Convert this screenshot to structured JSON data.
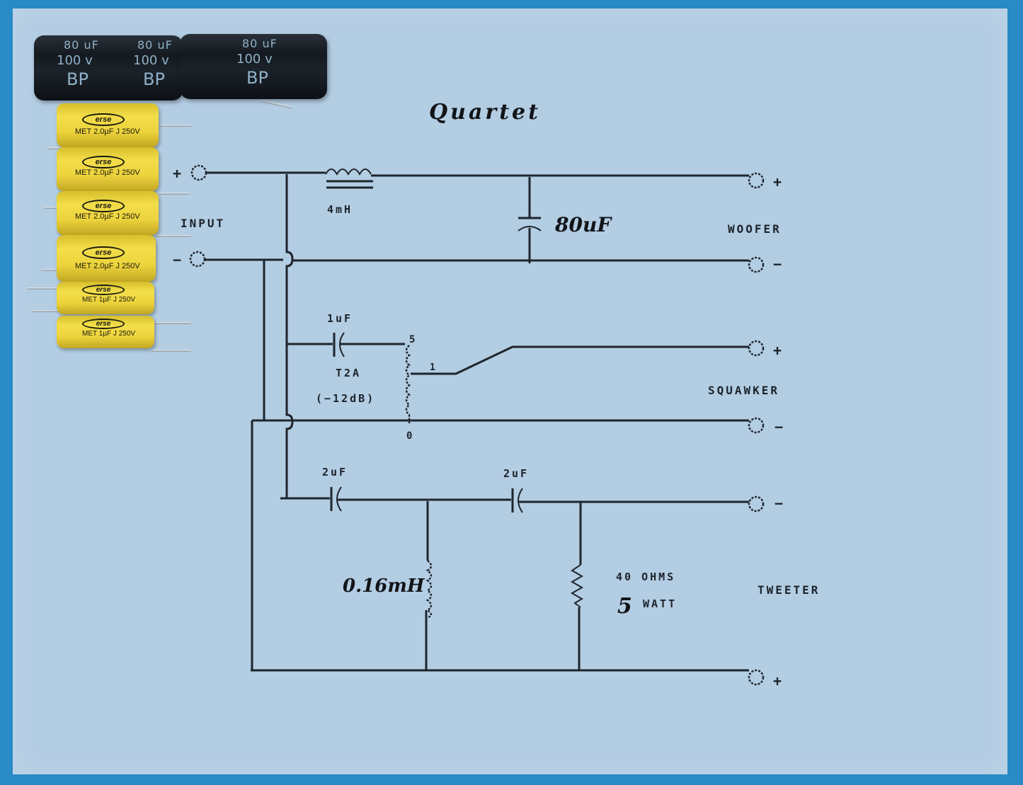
{
  "title": "Quartet",
  "input": {
    "label": "INPUT",
    "plus": "+",
    "minus": "−"
  },
  "woofer": {
    "label": "WOOFER",
    "plus": "+",
    "minus": "−",
    "inductor": "4mH",
    "capacitor": "80uF"
  },
  "squawker": {
    "label": "SQUAWKER",
    "plus": "+",
    "minus": "−",
    "capacitor": "1uF",
    "autoformer": "T2A",
    "attenuation": "(−12dB)",
    "tap_top": "5",
    "tap_mid": "1",
    "tap_bottom": "0"
  },
  "tweeter": {
    "label": "TWEETER",
    "plus": "+",
    "minus": "−",
    "capacitor_1": "2uF",
    "capacitor_2": "2uF",
    "inductor": "0.16mH",
    "resistor_value": "40 OHMS",
    "resistor_power_num": "5",
    "resistor_power_unit": "WATT"
  },
  "parts": {
    "electrolytic": [
      {
        "uf": "80 uF",
        "v": "100 v",
        "type": "BP"
      },
      {
        "uf": "80 uF",
        "v": "100 v",
        "type": "BP"
      },
      {
        "uf": "80 uF",
        "v": "100 v",
        "type": "BP"
      }
    ],
    "film": [
      {
        "brand": "erse",
        "marking": "MET 2.0µF J 250V"
      },
      {
        "brand": "erse",
        "marking": "MET 2.0µF J 250V"
      },
      {
        "brand": "erse",
        "marking": "MET 2.0µF J 250V"
      },
      {
        "brand": "erse",
        "marking": "MET 2.0µF J 250V"
      },
      {
        "brand": "erse",
        "marking": "MET 1µF J 250V"
      },
      {
        "brand": "erse",
        "marking": "MET 1µF J 250V"
      }
    ]
  },
  "colors": {
    "background": "#2a8ac6",
    "paper": "#b3cde3",
    "ink": "#1e252c",
    "film_cap": "#ecd33c",
    "electrolytic": "#141a20"
  }
}
